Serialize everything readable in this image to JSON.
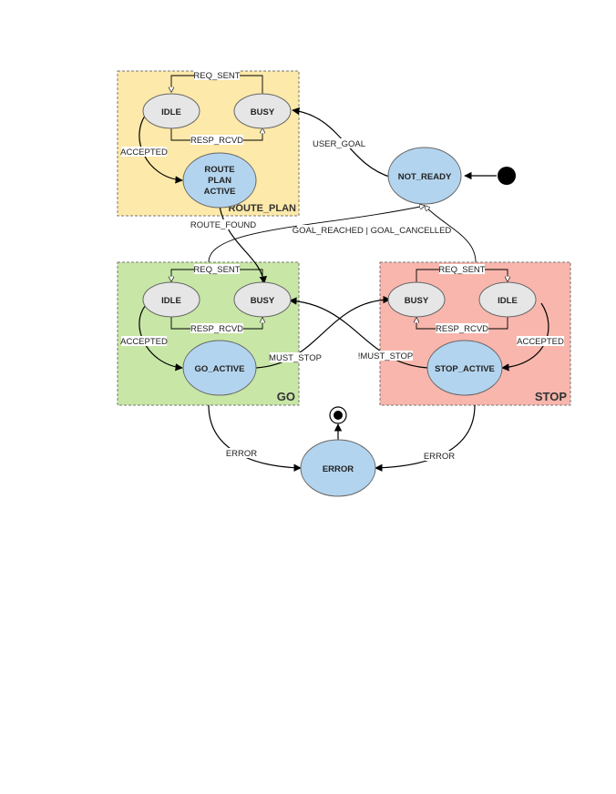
{
  "regions": {
    "route_plan": {
      "label": "ROUTE_PLAN",
      "color": "#fde9a9"
    },
    "go": {
      "label": "GO",
      "color": "#c8e6a6"
    },
    "stop": {
      "label": "STOP",
      "color": "#f8b6ad"
    }
  },
  "states": {
    "rp_idle": "IDLE",
    "rp_busy": "BUSY",
    "rp_active_1": "ROUTE",
    "rp_active_2": "PLAN",
    "rp_active_3": "ACTIVE",
    "not_ready": "NOT_READY",
    "go_idle": "IDLE",
    "go_busy": "BUSY",
    "go_active": "GO_ACTIVE",
    "stop_busy": "BUSY",
    "stop_idle": "IDLE",
    "stop_active": "STOP_ACTIVE",
    "error": "ERROR"
  },
  "transitions": {
    "rp_req_sent": "REQ_SENT",
    "rp_resp_rcvd": "RESP_RCVD",
    "rp_accepted": "ACCEPTED",
    "user_goal": "USER_GOAL",
    "route_found": "ROUTE_FOUND",
    "goal_done": "GOAL_REACHED | GOAL_CANCELLED",
    "go_req_sent": "REQ_SENT",
    "go_resp_rcvd": "RESP_RCVD",
    "go_accepted": "ACCEPTED",
    "must_stop": "MUST_STOP",
    "not_must_stop": "!MUST_STOP",
    "stop_req_sent": "REQ_SENT",
    "stop_resp_rcvd": "RESP_RCVD",
    "stop_accepted": "ACCEPTED",
    "go_error": "ERROR",
    "stop_error": "ERROR"
  },
  "colors": {
    "state_gray": "#e6e6e6",
    "state_blue": "#b3d4ee"
  }
}
